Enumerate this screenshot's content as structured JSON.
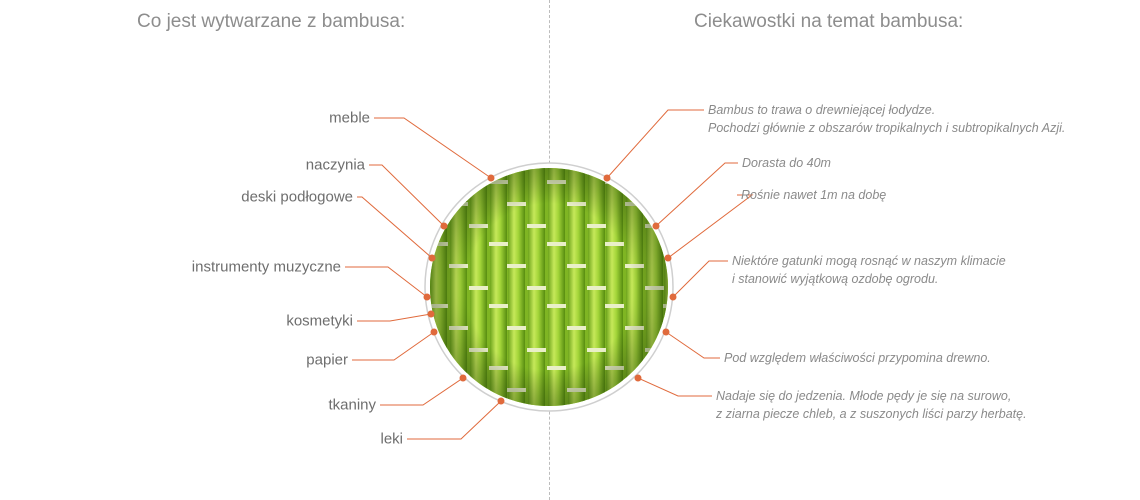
{
  "left_heading": "Co jest wytwarzane z bambusa:",
  "right_heading": "Ciekawostki na temat bambusa:",
  "uses": [
    "meble",
    "naczynia",
    "deski podłogowe",
    "instrumenty muzyczne",
    "kosmetyki",
    "papier",
    "tkaniny",
    "leki"
  ],
  "facts": [
    [
      "Bambus to trawa o drewniejącej łodydze.",
      "Pochodzi głównie z obszarów tropikalnych i subtropikalnych Azji."
    ],
    [
      "Dorasta do 40m"
    ],
    [
      "Rośnie nawet 1m na dobę"
    ],
    [
      "Niektóre gatunki mogą rosnąć w naszym klimacie",
      "i stanowić wyjątkową ozdobę ogrodu."
    ],
    [
      "Pod względem właściwości przypomina drewno."
    ],
    [
      "Nadaje się do jedzenia. Młode pędy je się na surowo,",
      "z ziarna piecze chleb, a z suszonych liści parzy herbatę."
    ]
  ],
  "colors": {
    "connector": "#e06a3c",
    "bamboo_light": "#bde34a",
    "bamboo_dark": "#5e9a14",
    "ring": "#cfcfcf"
  }
}
